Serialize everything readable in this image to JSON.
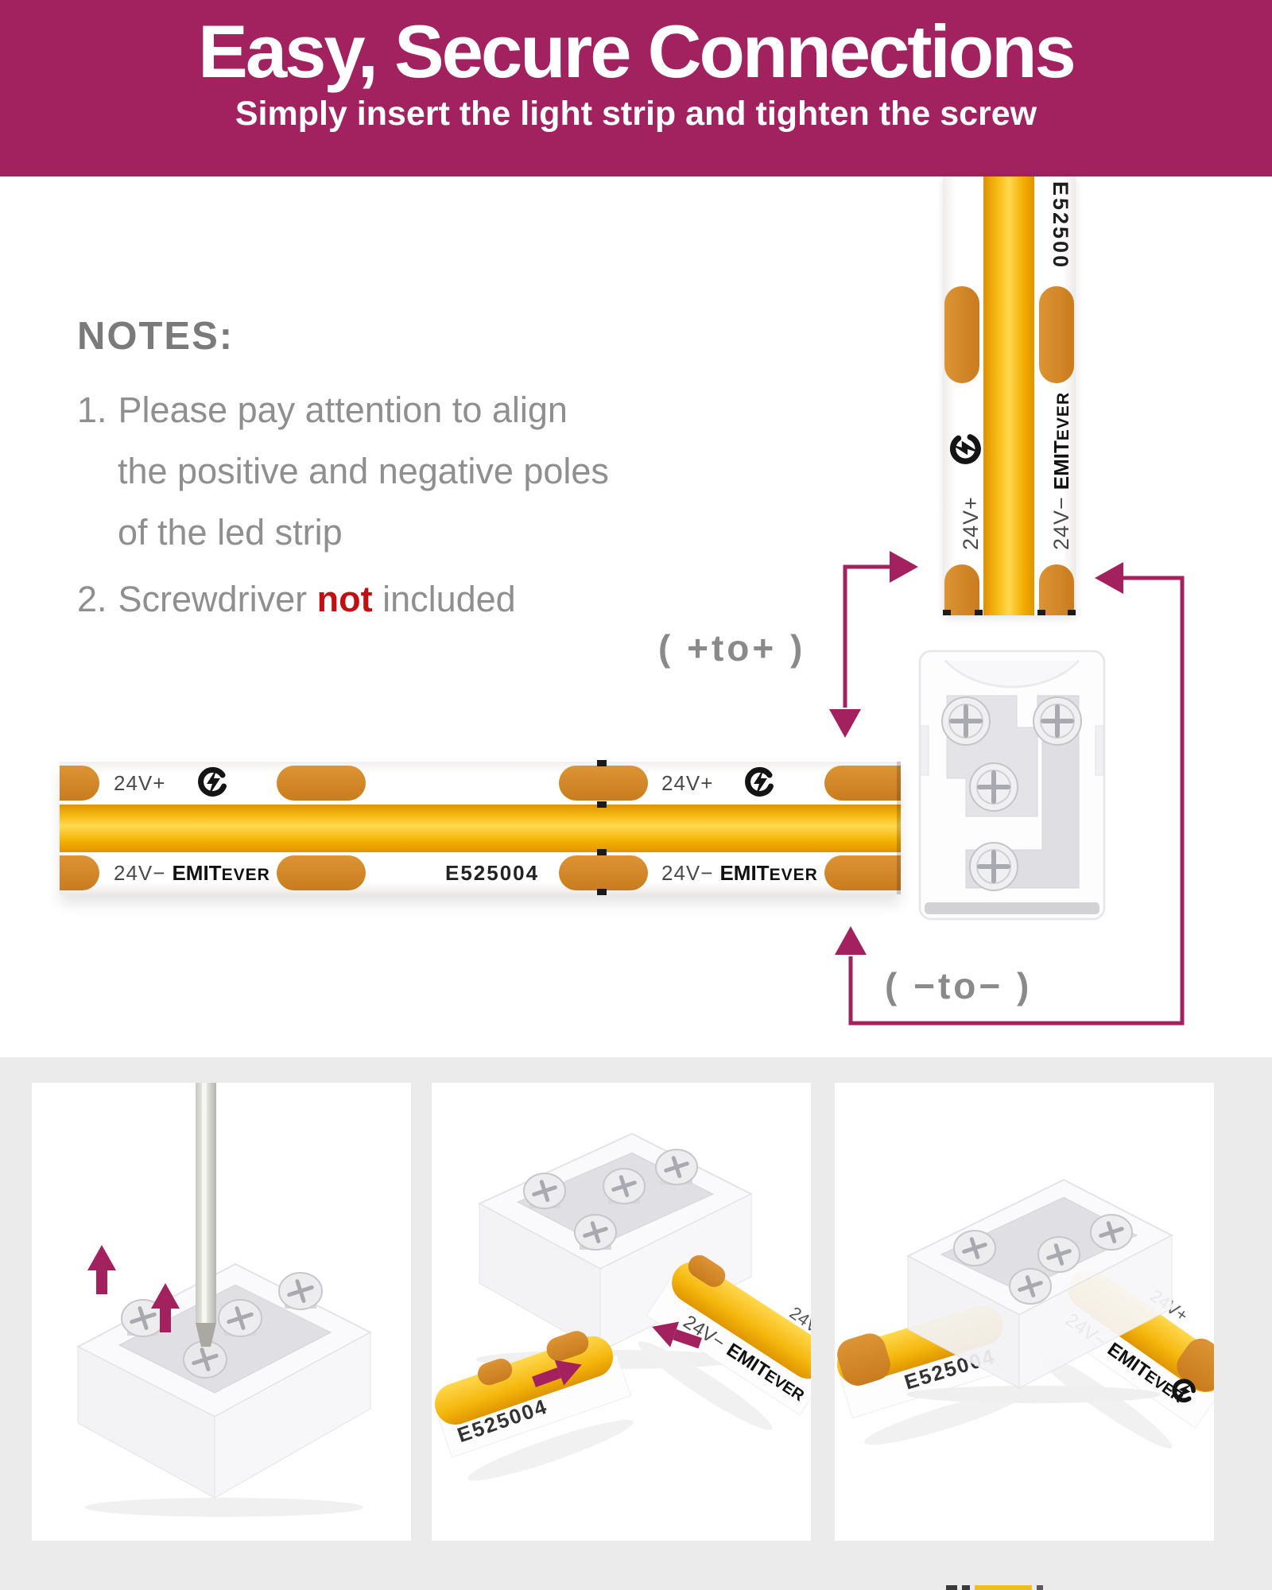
{
  "header": {
    "title": "Easy, Secure Connections",
    "subtitle": "Simply insert the light strip and tighten the screw"
  },
  "notes": {
    "heading": "NOTES:",
    "item1": {
      "num": "1.",
      "line1": "Please pay attention to align",
      "line2": "the positive and negative poles",
      "line3": "of the led strip"
    },
    "item2": {
      "num": "2.",
      "pre": "Screwdriver ",
      "bold": "not",
      "post": " included"
    }
  },
  "connection_labels": {
    "plus": "( +to+ )",
    "minus": "( −to− )"
  },
  "strip": {
    "code": "E525004",
    "code_partial": "E52500",
    "pos": "24V+",
    "neg": "24V−",
    "brand_main": "EMIT",
    "brand_rest": "EVER"
  },
  "icons": {
    "brand_logo": "emitever-logo"
  },
  "colors": {
    "header_bg": "#A2215F",
    "arrow_magenta": "#A3215F",
    "warning_red": "#C40F12",
    "note_gray": "#8F8F8F",
    "label_gray": "#8A8A8A",
    "cob_yellow": "#F5B70D",
    "pad_orange": "#D6872A",
    "steps_bg": "#EBEBEB"
  }
}
